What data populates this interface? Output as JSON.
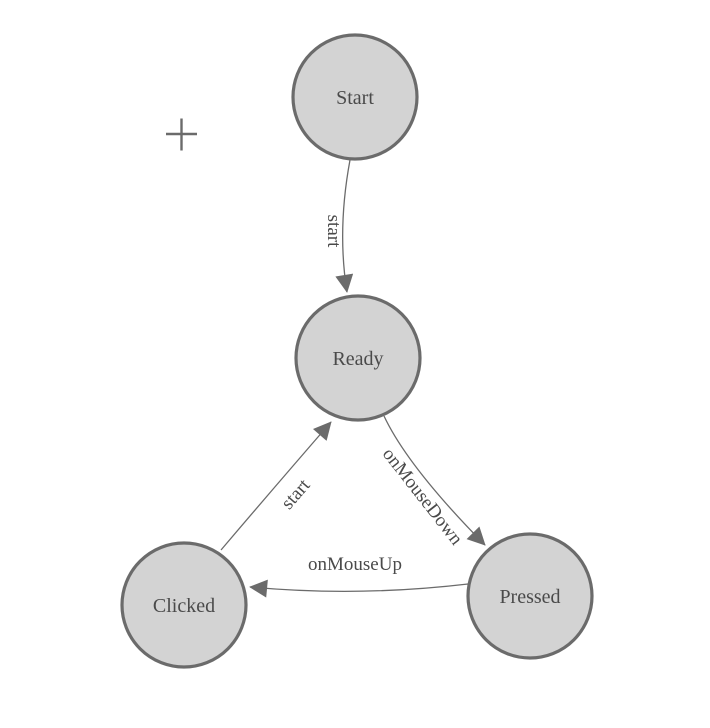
{
  "app": {
    "background": "#ffffff"
  },
  "palette": {
    "node_fill": "#d3d3d3",
    "node_stroke": "#6b6b6b",
    "edge_stroke": "#6b6b6b",
    "arrowhead_fill": "#6b6b6b",
    "label_color": "#4a4a4a"
  },
  "nodes": [
    {
      "id": "start",
      "label": "Start"
    },
    {
      "id": "ready",
      "label": "Ready"
    },
    {
      "id": "clicked",
      "label": "Clicked"
    },
    {
      "id": "pressed",
      "label": "Pressed"
    }
  ],
  "transitions": [
    {
      "from": "Start",
      "to": "Ready",
      "label": "start"
    },
    {
      "from": "Ready",
      "to": "Pressed",
      "label": "onMouseDown"
    },
    {
      "from": "Pressed",
      "to": "Clicked",
      "label": "onMouseUp"
    },
    {
      "from": "Clicked",
      "to": "Ready",
      "label": "start"
    }
  ],
  "cursor": {
    "type": "plus-crosshair"
  }
}
